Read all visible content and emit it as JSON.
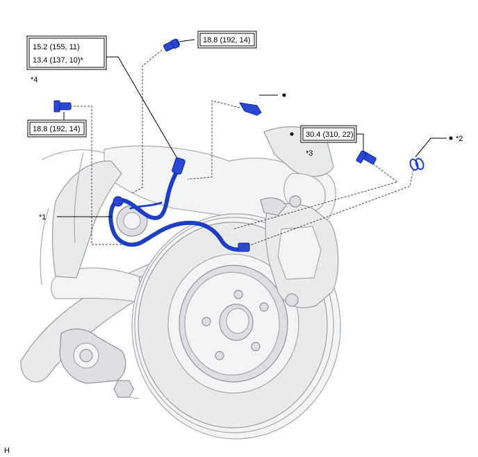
{
  "callouts": {
    "torque_left_upper_1": "15.2 (155, 11)",
    "torque_left_upper_2": "13.4 (137, 10)*",
    "torque_top_bolt": "18.8 (192, 14)",
    "torque_left_bolt": "18.8 (192, 14)",
    "torque_right_bolt": "30.4 (310, 22)",
    "note_4": "*4",
    "note_1": "*1",
    "note_2": "*2",
    "note_3": "*3",
    "corner_mark": "H"
  },
  "colors": {
    "highlight_part": "#1f3fc2",
    "line": "#000000",
    "body": "#e9eaec"
  },
  "icons": [
    "bolt-icon",
    "washer-icon",
    "clip-icon",
    "new-part-dot-icon"
  ]
}
